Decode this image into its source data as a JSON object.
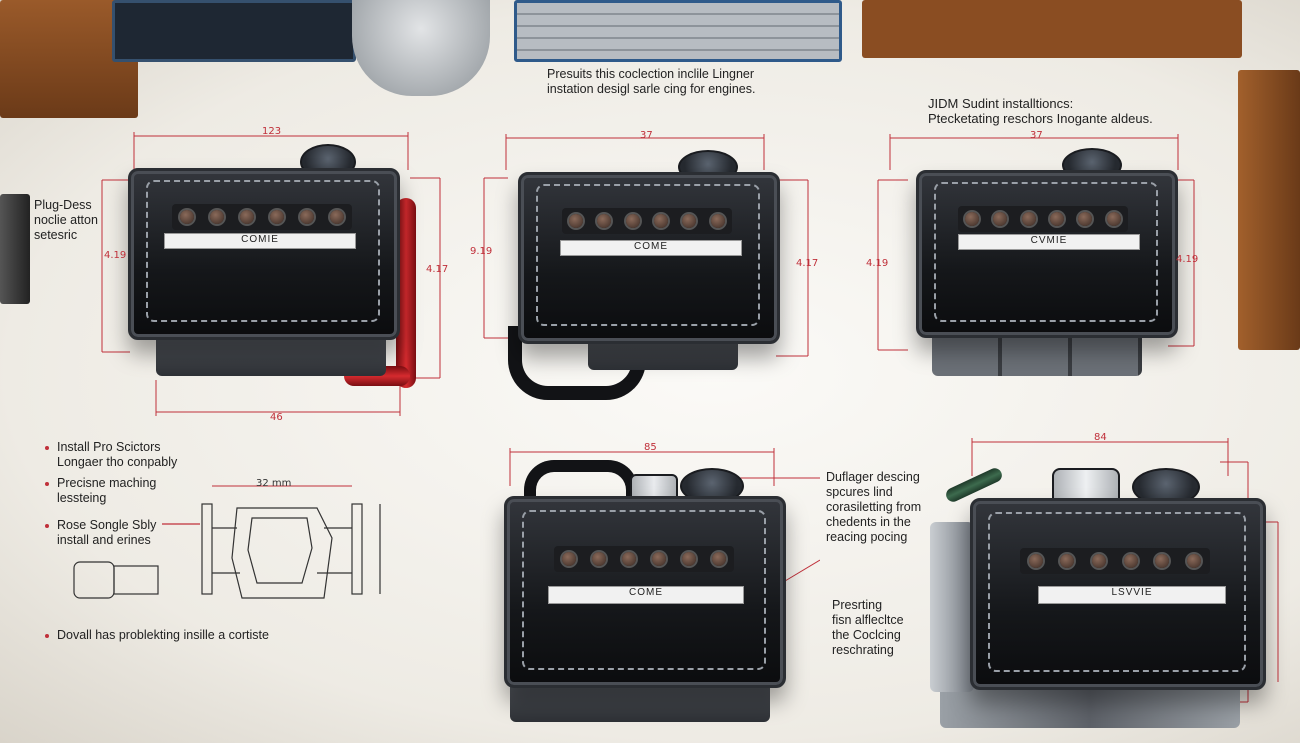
{
  "header_note": "Presuits this coclection inclile Lingner\ninstation desigl sarle cing for engines.",
  "top_right_note": "JIDM Sudint installtioncs:\nPtecketating reschors Inogante aldeus.",
  "left_note": "Plug-Dess\nnoclie atton\nsetesric",
  "right_note_1": "Duflager descing\nspcures lind\ncorasiletting from\nchedents in the\nreacing pocing",
  "right_note_2": "Presrting\nfisn alflecltce\nthe Coclcing\nreschrating",
  "bullets": [
    "Install Pro Scictors\nLongaer tho conpably",
    "Precisne maching\nlessteing",
    "Rose Songle Sbly\ninstall and erines",
    "Dovall has problekting insille a cortiste"
  ],
  "sketch_dimension": "32 mm",
  "engines": [
    {
      "plate": "COMIE",
      "dim_top": "123",
      "dim_left": "4.19",
      "dim_right": "4.17",
      "dim_bottom": "46"
    },
    {
      "plate": "COME",
      "dim_top": "37",
      "dim_left": "9.19",
      "dim_right": "4.17"
    },
    {
      "plate": "CVMIE",
      "dim_top": "37",
      "dim_left": "4.19",
      "dim_right": "4.19"
    },
    {
      "plate": "COME",
      "dim_top": "85"
    },
    {
      "plate": "LSVVIE",
      "dim_top": "84"
    }
  ],
  "colors": {
    "dimension": "#c0303a",
    "engine_body": "#15171a",
    "floor": "#f3f1ec"
  }
}
